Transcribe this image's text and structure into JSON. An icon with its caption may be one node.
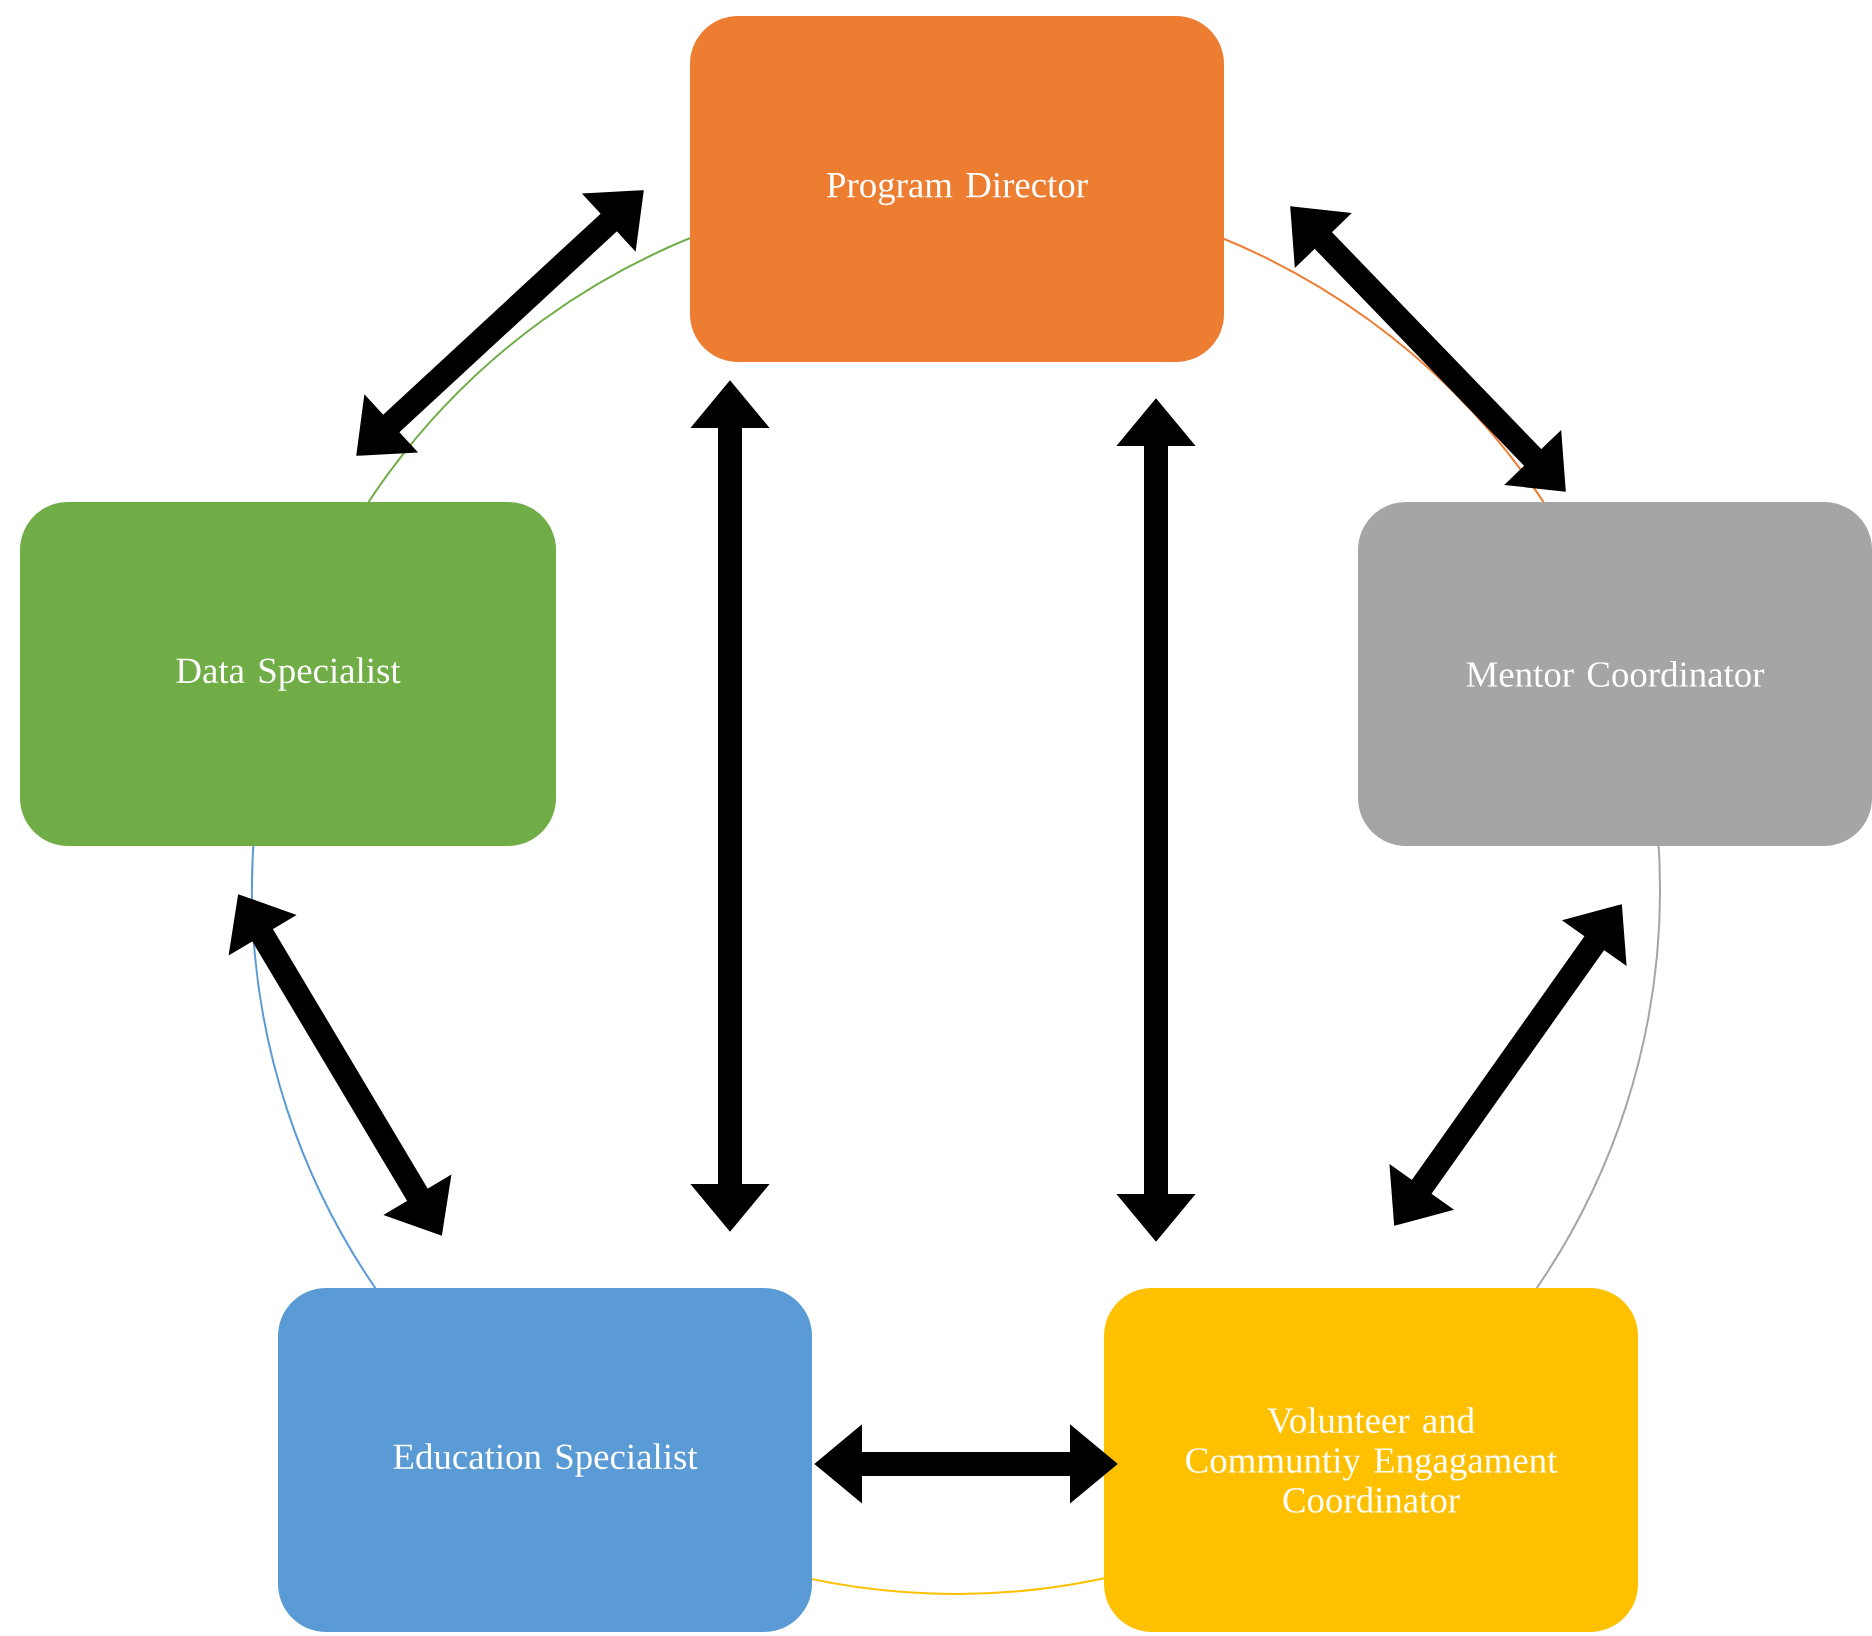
{
  "diagram": {
    "nodes": [
      {
        "text": [
          "Program Director"
        ]
      },
      {
        "text": [
          "Data Specialist"
        ]
      },
      {
        "text": [
          "Mentor Coordinator"
        ]
      },
      {
        "text": [
          "Education Specialist"
        ]
      },
      {
        "text": [
          "Volunteer and Communtiy Engagament Coordinator"
        ]
      }
    ],
    "edges": [
      {
        "from": 0,
        "to": 1,
        "arrow": "both"
      },
      {
        "from": 0,
        "to": 2,
        "arrow": "both"
      },
      {
        "from": 0,
        "to": 3,
        "arrow": "both"
      },
      {
        "from": 0,
        "to": 4,
        "arrow": "both"
      },
      {
        "from": 1,
        "to": 3,
        "arrow": "both"
      },
      {
        "from": 2,
        "to": 4,
        "arrow": "both"
      },
      {
        "from": 3,
        "to": 4,
        "arrow": "both"
      }
    ]
  }
}
